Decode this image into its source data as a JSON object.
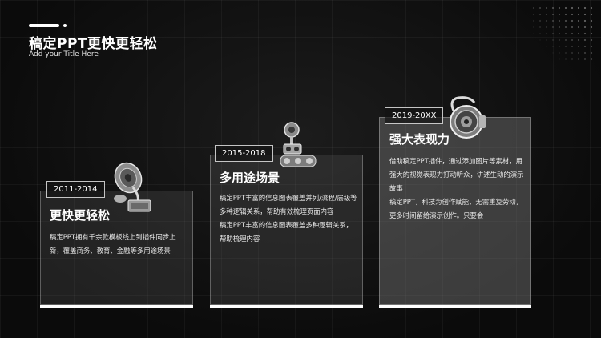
{
  "header": {
    "title": "稿定PPT更快更轻松",
    "subtitle": "Add your Title Here"
  },
  "cards": [
    {
      "period": "2011-2014",
      "heading": "更快更轻松",
      "paragraphs": [
        "稿定PPT拥有千余款模板线上到插件同步上新，覆盖商务、教育、金融等多用途场景"
      ],
      "illustration_icon": "gramophone-icon"
    },
    {
      "period": "2015-2018",
      "heading": "多用途场景",
      "paragraphs": [
        "稿定PPT丰富的信息图表覆盖并列/流程/层级等多种逻辑关系，帮助有效梳理页面内容",
        "稿定PPT丰富的信息图表覆盖多种逻辑关系，帮助梳理内容"
      ],
      "illustration_icon": "camera-robot-icon"
    },
    {
      "period": "2019-20XX",
      "heading": "强大表现力",
      "paragraphs": [
        "借助稿定PPT插件，通过添加图片等素材，用强大的视觉表现力打动听众，讲述生动的演示故事",
        "稿定PPT，科技为创作赋能，无需重复劳动，更多时间留给演示创作。只要会"
      ],
      "illustration_icon": "mechanical-gear-icon"
    }
  ],
  "colors": {
    "background": "#111111",
    "text": "#ffffff",
    "card_border": "#ffffff"
  }
}
